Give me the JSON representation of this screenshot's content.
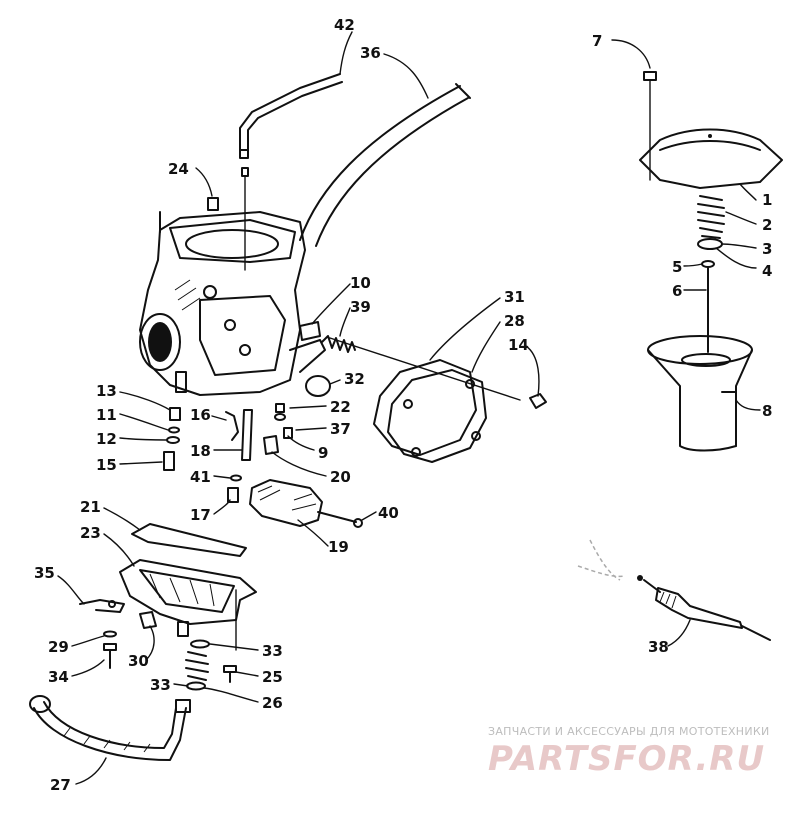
{
  "callouts": [
    {
      "id": "c42",
      "text": "42"
    },
    {
      "id": "c36",
      "text": "36"
    },
    {
      "id": "c7",
      "text": "7"
    },
    {
      "id": "c24",
      "text": "24"
    },
    {
      "id": "c1",
      "text": "1"
    },
    {
      "id": "c2",
      "text": "2"
    },
    {
      "id": "c3",
      "text": "3"
    },
    {
      "id": "c4",
      "text": "4"
    },
    {
      "id": "c5",
      "text": "5"
    },
    {
      "id": "c6",
      "text": "6"
    },
    {
      "id": "c10",
      "text": "10"
    },
    {
      "id": "c39",
      "text": "39"
    },
    {
      "id": "c31",
      "text": "31"
    },
    {
      "id": "c28",
      "text": "28"
    },
    {
      "id": "c14",
      "text": "14"
    },
    {
      "id": "c8",
      "text": "8"
    },
    {
      "id": "c32",
      "text": "32"
    },
    {
      "id": "c22",
      "text": "22"
    },
    {
      "id": "c37",
      "text": "37"
    },
    {
      "id": "c9",
      "text": "9"
    },
    {
      "id": "c20",
      "text": "20"
    },
    {
      "id": "c13",
      "text": "13"
    },
    {
      "id": "c11",
      "text": "11"
    },
    {
      "id": "c12",
      "text": "12"
    },
    {
      "id": "c15",
      "text": "15"
    },
    {
      "id": "c16",
      "text": "16"
    },
    {
      "id": "c18",
      "text": "18"
    },
    {
      "id": "c41",
      "text": "41"
    },
    {
      "id": "c17",
      "text": "17"
    },
    {
      "id": "c40",
      "text": "40"
    },
    {
      "id": "c19",
      "text": "19"
    },
    {
      "id": "c21",
      "text": "21"
    },
    {
      "id": "c23",
      "text": "23"
    },
    {
      "id": "c35",
      "text": "35"
    },
    {
      "id": "c29",
      "text": "29"
    },
    {
      "id": "c34",
      "text": "34"
    },
    {
      "id": "c30",
      "text": "30"
    },
    {
      "id": "c33a",
      "text": "33"
    },
    {
      "id": "c33b",
      "text": "33"
    },
    {
      "id": "c25",
      "text": "25"
    },
    {
      "id": "c26",
      "text": "26"
    },
    {
      "id": "c27",
      "text": "27"
    },
    {
      "id": "c38",
      "text": "38"
    }
  ],
  "watermark": {
    "tagline": "ЗАПЧАСТИ И АКСЕССУАРЫ ДЛЯ МОТОТЕХНИКИ",
    "logo": "PARTSFOR.RU"
  }
}
